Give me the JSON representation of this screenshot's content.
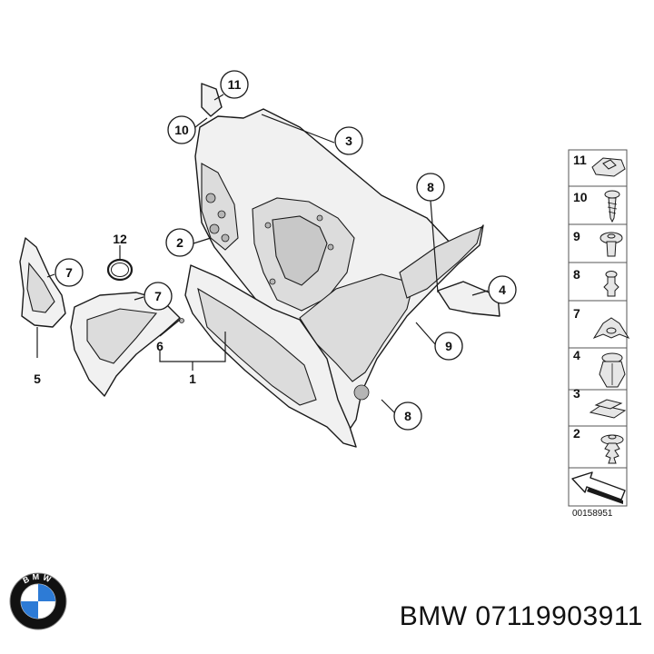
{
  "diagram": {
    "callouts": [
      {
        "label": "11"
      },
      {
        "label": "10"
      },
      {
        "label": "3"
      },
      {
        "label": "8"
      },
      {
        "label": "2"
      },
      {
        "label": "7"
      },
      {
        "label": "7"
      },
      {
        "label": "4"
      },
      {
        "label": "9"
      },
      {
        "label": "8"
      }
    ],
    "plain_labels": [
      "12",
      "6",
      "1",
      "5"
    ],
    "legend": {
      "items": [
        {
          "number": "11",
          "icon": "flat-clip-icon"
        },
        {
          "number": "10",
          "icon": "screw-icon"
        },
        {
          "number": "9",
          "icon": "push-rivet-icon"
        },
        {
          "number": "8",
          "icon": "expanding-rivet-icon"
        },
        {
          "number": "7",
          "icon": "star-nut-icon"
        },
        {
          "number": "4",
          "icon": "expanding-clip-icon"
        },
        {
          "number": "3",
          "icon": "spring-clip-icon"
        },
        {
          "number": "2",
          "icon": "fir-tree-clip-icon"
        },
        {
          "number": "",
          "icon": "direction-arrow-icon"
        }
      ],
      "code": "00158951"
    }
  },
  "footer": {
    "part_number": "BMW 07119903911",
    "logo_letters": "BMW",
    "logo_colors": {
      "ring": "#111111",
      "blue": "#2d7bd6",
      "white": "#ffffff"
    }
  }
}
